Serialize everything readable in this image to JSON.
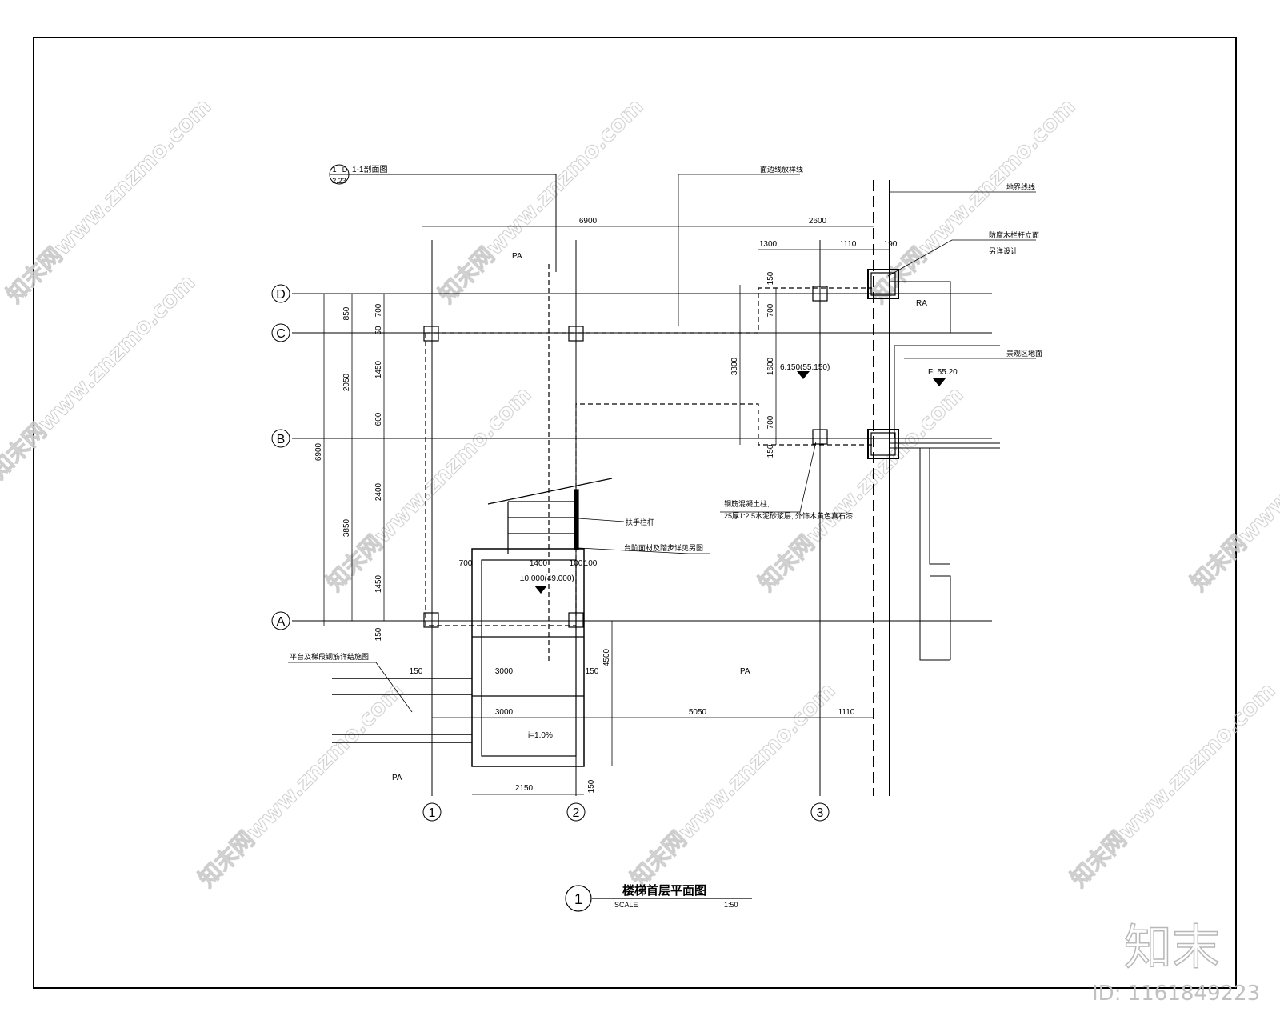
{
  "drawing": {
    "title": "楼梯首层平面图",
    "number": "1",
    "scale_label": "SCALE",
    "scale_value": "1:50",
    "section_ref": {
      "top": "1",
      "bottom": "2.23",
      "letter": "D",
      "label": "1-1剖面图"
    }
  },
  "axes": {
    "rows": [
      "D",
      "C",
      "B",
      "A"
    ],
    "cols": [
      "1",
      "2",
      "3"
    ]
  },
  "dimensions": {
    "top_total": "6900",
    "top_right": "2600",
    "top_sub": [
      "1300",
      "1110",
      "190"
    ],
    "left_total": "6900",
    "left_mid": [
      "850",
      "2050",
      "3850"
    ],
    "left_fine": [
      "700",
      "50",
      "1450",
      "600",
      "2400",
      "1450",
      "150"
    ],
    "right_box": [
      "150",
      "700",
      "1600",
      "700",
      "150",
      "3300"
    ],
    "stair": [
      "700",
      "1400",
      "100",
      "100"
    ],
    "bottom": [
      "3000",
      "3000",
      "5050",
      "1110",
      "2150",
      "150",
      "150",
      "150",
      "4500"
    ]
  },
  "levels": {
    "ground": "±0.000(49.000)",
    "platform": "6.150(55.150)",
    "fl": "FL55.20",
    "slope": "i=1.0%"
  },
  "zones": [
    "PA",
    "PA",
    "PA",
    "RA"
  ],
  "notes": {
    "edge": "面边线放样线",
    "right_top": "地界线线",
    "right_mid1": "防腐木栏杆立面",
    "right_mid2": "另详设计",
    "right_mid3": "景观区地面",
    "handrail": "扶手栏杆",
    "tread": "台阶面材及踏步详见另图",
    "col_note1": "钢筋混凝土柱,",
    "col_note2": "25厚1:2.5水泥砂浆层, 外饰木黄色真石漆",
    "left_note": "平台及梯段钢筋详结施图"
  },
  "watermark": {
    "text": "知末网www.znzmo.com",
    "logo": "知末",
    "id": "ID: 1161849223"
  }
}
